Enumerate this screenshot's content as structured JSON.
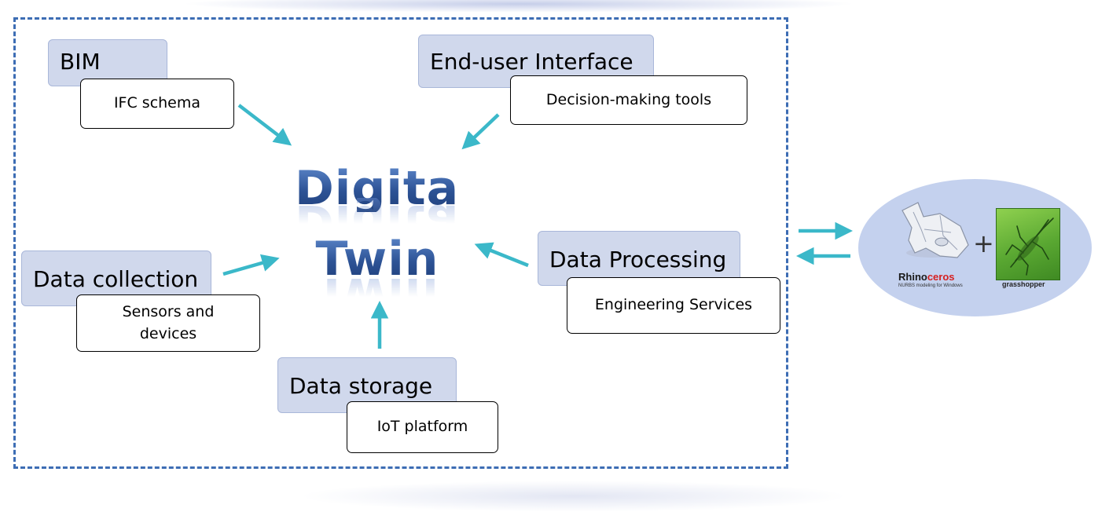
{
  "center": {
    "line1": "Digital",
    "line2": "Twin"
  },
  "nodes": {
    "bim": {
      "title": "BIM",
      "detail": "IFC schema"
    },
    "end_user": {
      "title": "End-user Interface",
      "detail": "Decision-making tools"
    },
    "data_collection": {
      "title": "Data collection",
      "detail": "Sensors and devices"
    },
    "data_storage": {
      "title": "Data storage",
      "detail": "IoT platform"
    },
    "data_processing": {
      "title": "Data Processing",
      "detail": "Engineering Services"
    }
  },
  "external": {
    "rhino_a": "Rhino",
    "rhino_b": "ceros",
    "rhino_tagline": "NURBS modeling for Windows",
    "plus": "+",
    "grasshopper": "grasshopper",
    "rhino_icon": "rhinoceros-logo-icon",
    "grasshopper_icon": "grasshopper-logo-icon"
  },
  "colors": {
    "frame": "#3d6db4",
    "arrows": "#3bb8c9",
    "category_fill": "#d0d8ec",
    "title_blue": "#2d5396",
    "ellipse": "#c4d1ee"
  }
}
